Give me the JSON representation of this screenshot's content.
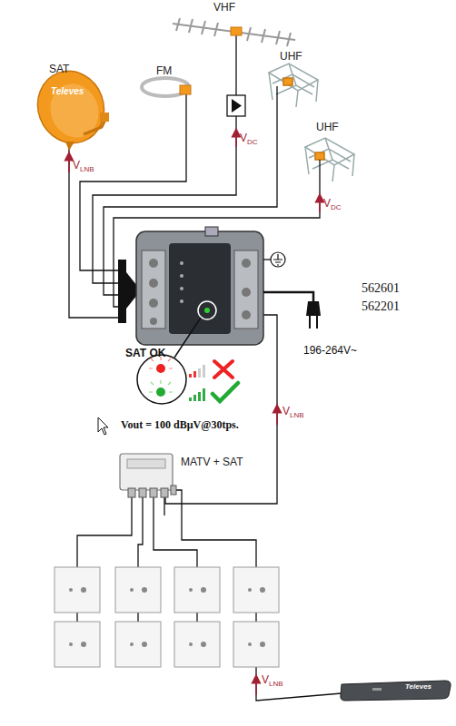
{
  "diagram": {
    "nodes": [
      {
        "text": [
          "SAT",
          "Televes"
        ]
      },
      {
        "text": [
          "FM"
        ]
      },
      {
        "text": [
          "VHF"
        ]
      },
      {
        "text": [
          "UHF"
        ]
      },
      {
        "text": [
          "UHF"
        ]
      },
      {
        "text": [
          "MATV + SAT"
        ]
      },
      {
        "text": [
          "Televes"
        ]
      }
    ],
    "labels": [
      "V",
      "DC",
      "V",
      "DC",
      "V",
      "LNB",
      "562601",
      "562201",
      "196-264V~",
      "SAT OK",
      "Vout = 100 dBμV@30tps.",
      "V",
      "LNB",
      "V",
      "LNB"
    ]
  }
}
